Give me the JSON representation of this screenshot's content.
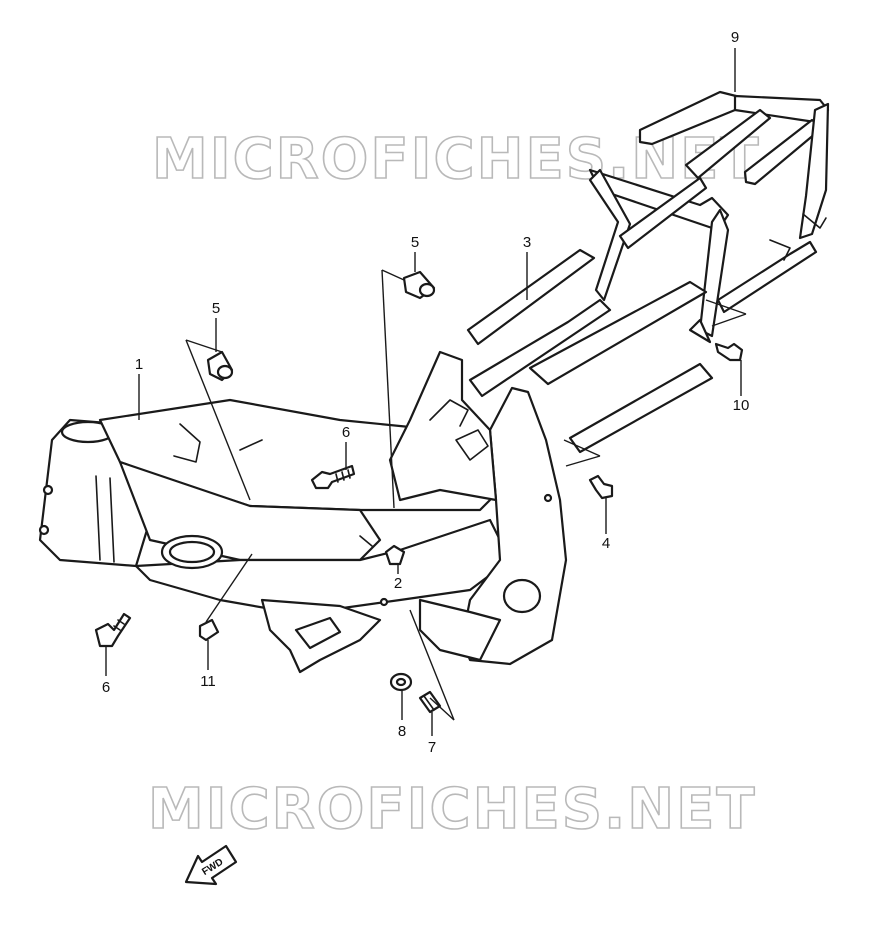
{
  "diagram": {
    "watermark": "MICROFICHES.NET",
    "fwd_label": "FWD",
    "callouts": [
      "9",
      "3",
      "5",
      "5",
      "1",
      "6",
      "10",
      "4",
      "2",
      "6",
      "11",
      "8",
      "7"
    ]
  }
}
